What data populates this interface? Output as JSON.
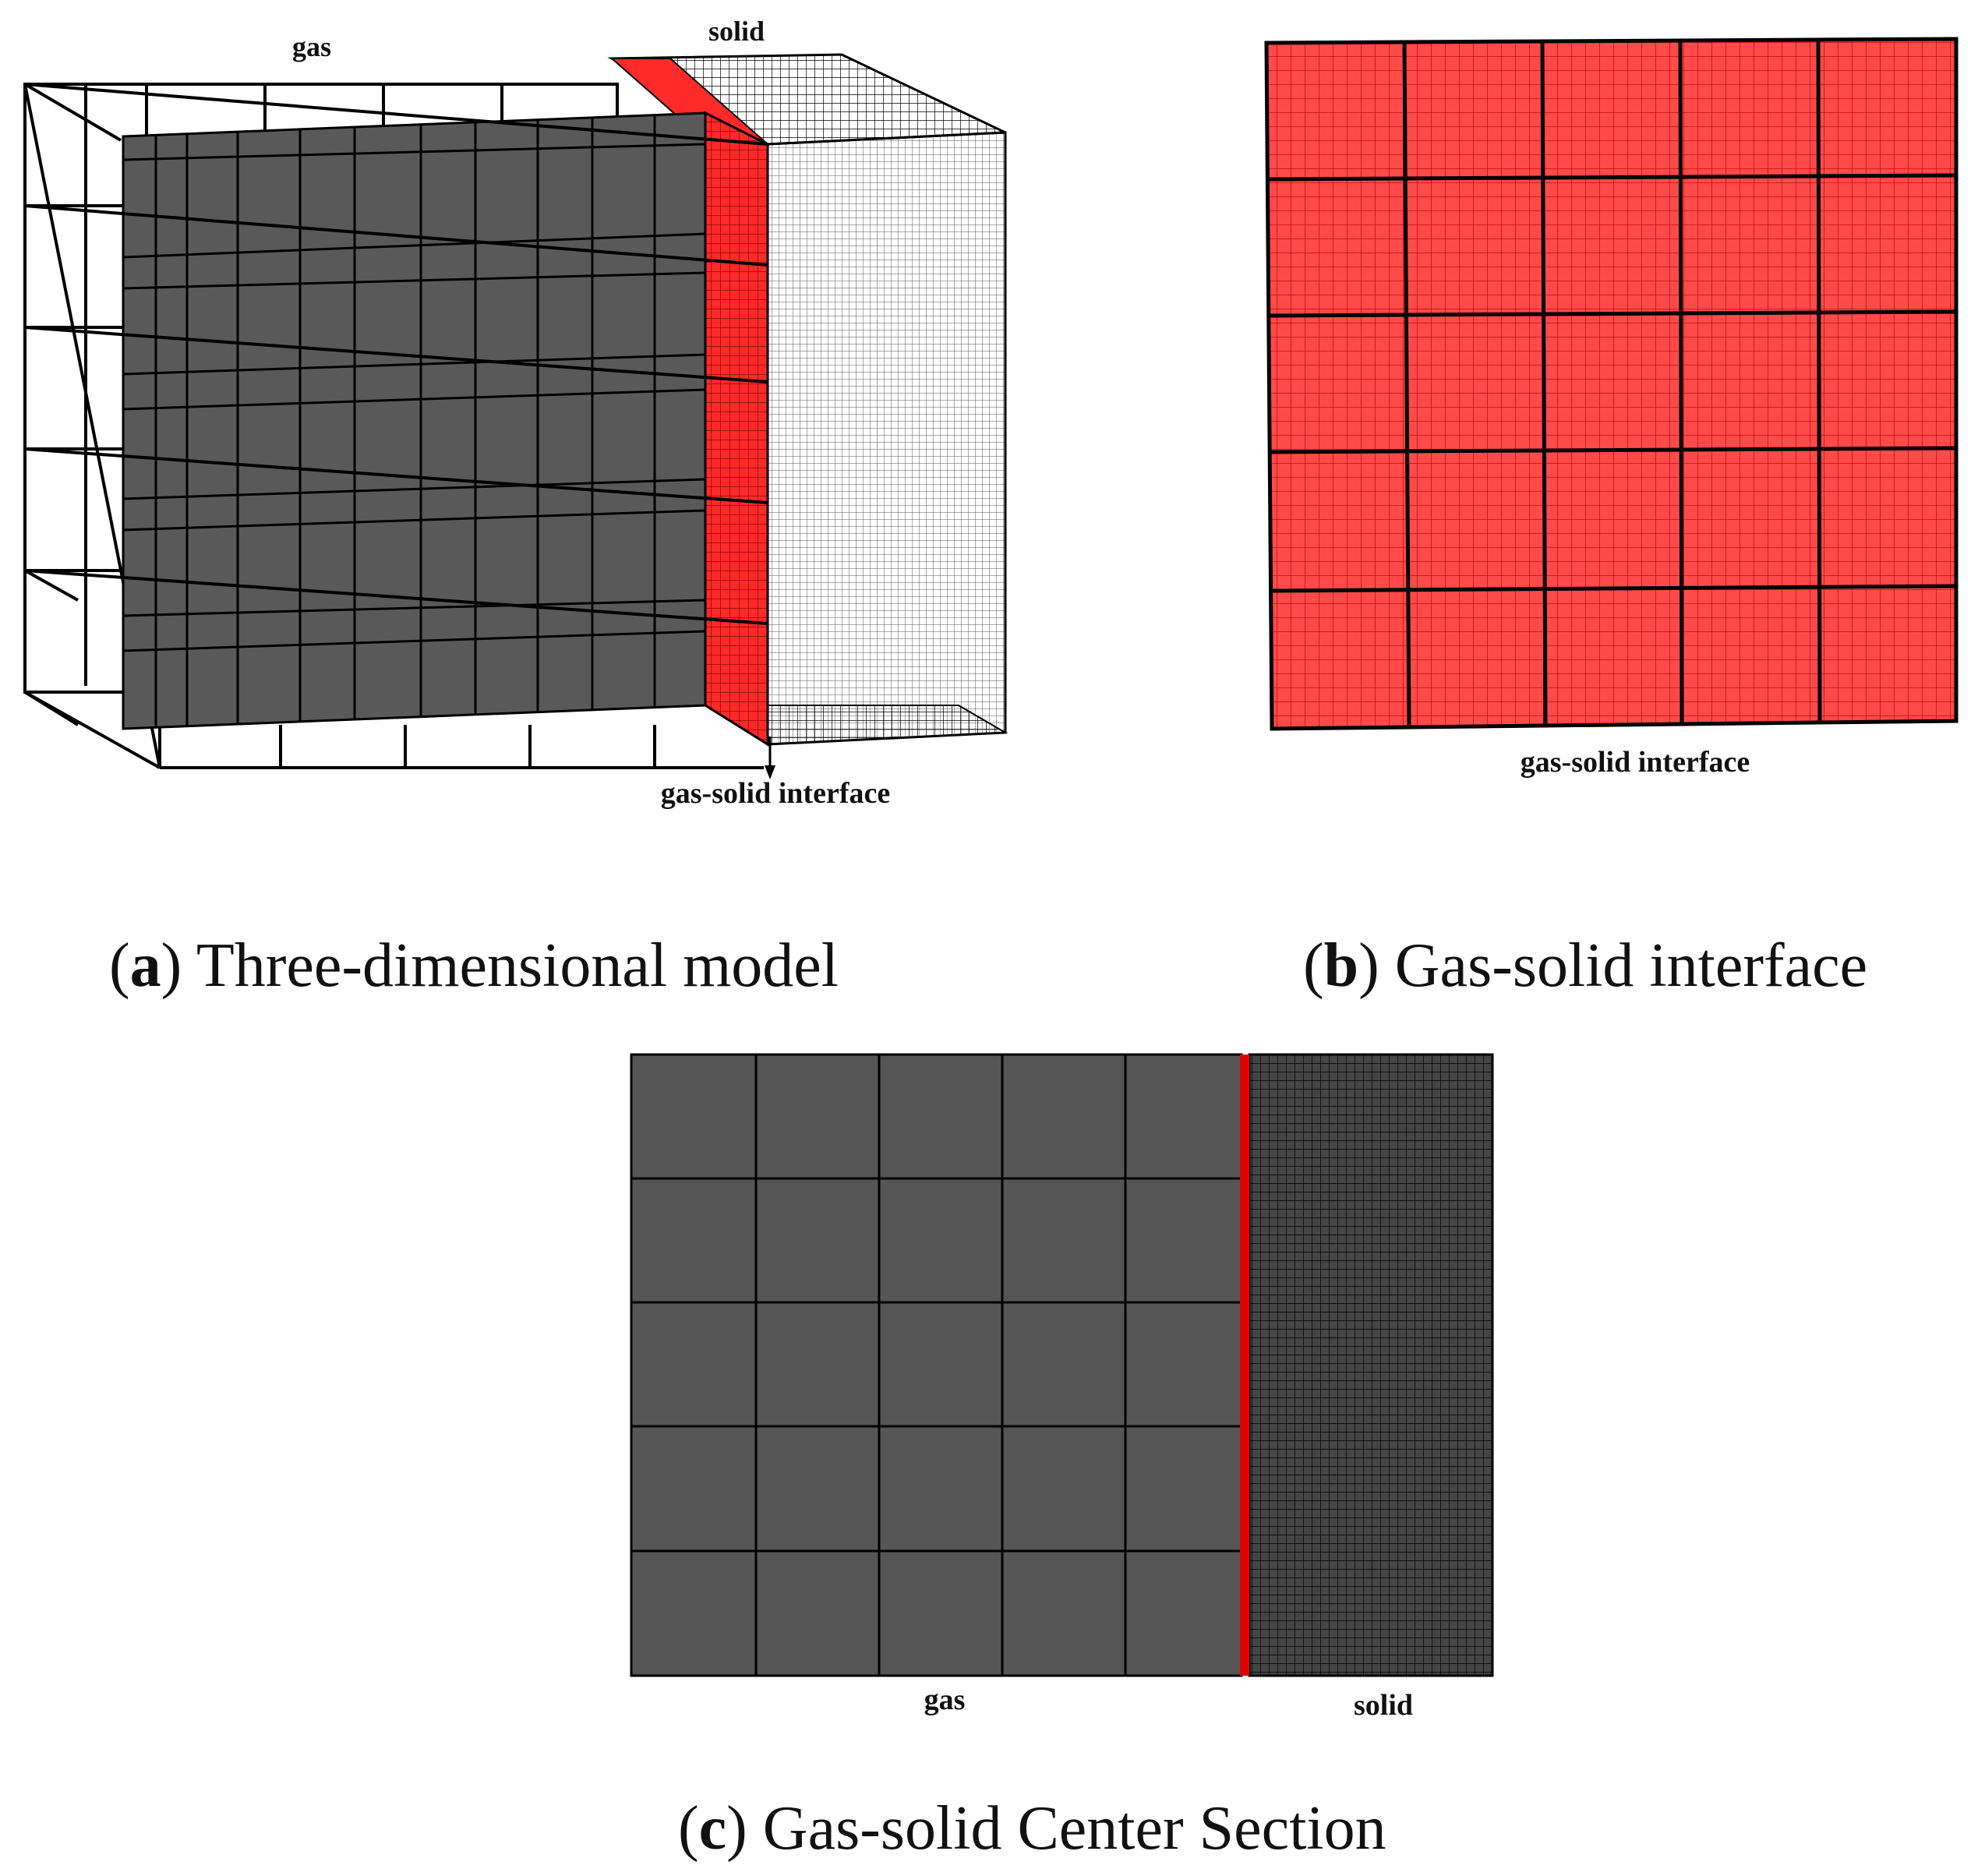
{
  "panel_a": {
    "label_gas": "gas",
    "label_solid": "solid",
    "label_interface": "gas-solid interface",
    "caption_letter": "a",
    "caption_text": "Three-dimensional model"
  },
  "panel_b": {
    "label_interface": "gas-solid interface",
    "caption_letter": "b",
    "caption_text": "Gas-solid interface"
  },
  "panel_c": {
    "label_gas": "gas",
    "label_solid": "solid",
    "caption_letter": "c",
    "caption_text": "Gas-solid Center Section"
  },
  "colors": {
    "gas_fill": "#595959",
    "interface": "#ff2a2a",
    "interface_dark": "#d80000",
    "solid_fill": "#444444",
    "line": "#000000"
  }
}
